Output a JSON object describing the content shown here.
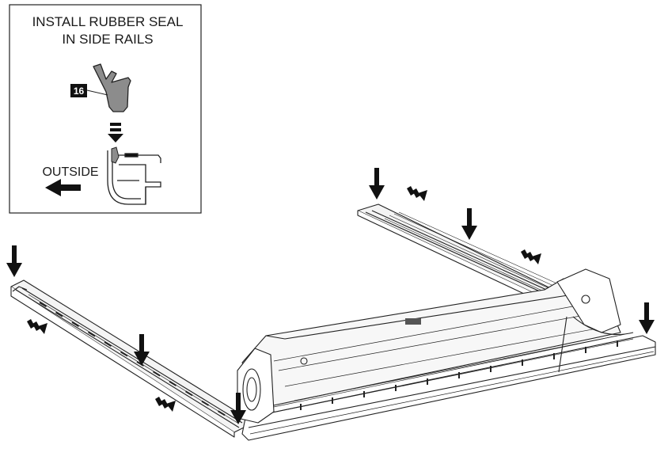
{
  "inset": {
    "title_line1": "INSTALL RUBBER SEAL",
    "title_line2": "IN SIDE RAILS",
    "part_number": "16",
    "direction_label": "OUTSIDE"
  },
  "icons": {
    "press_arrow": "down-arrow-icon",
    "slide_arrow": "triple-chevron-arrow-icon",
    "outside_arrow": "left-arrow-icon"
  },
  "colors": {
    "line": "#1a1a1a",
    "seal": "#8c8c8c",
    "paper": "#ffffff",
    "rail_fill": "#f4f4f4"
  }
}
